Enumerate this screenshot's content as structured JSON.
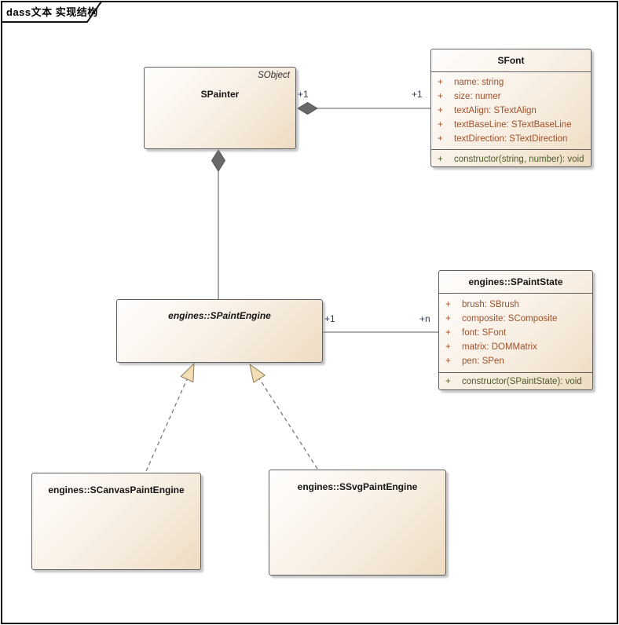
{
  "frame": {
    "label": "dass文本 实现结构"
  },
  "colors": {
    "attribute_text": "#a0512b",
    "operation_text": "#4c5b28",
    "multiplicity_text": "#31394e",
    "box_fill_end": "#eedcc2",
    "box_border": "#606060",
    "connector_line": "#7a7a7a",
    "diamond_fill": "#696969",
    "arrowhead_fill": "#f3ddb4"
  },
  "classes": {
    "spainter": {
      "name": "SPainter",
      "stereotype": "SObject"
    },
    "sfont": {
      "name": "SFont",
      "attributes": [
        {
          "vis": "+",
          "text": "name: string"
        },
        {
          "vis": "+",
          "text": "size: numer"
        },
        {
          "vis": "+",
          "text": "textAlign: STextAlign"
        },
        {
          "vis": "+",
          "text": "textBaseLine: STextBaseLine"
        },
        {
          "vis": "+",
          "text": "textDirection: STextDirection"
        }
      ],
      "operations": [
        {
          "vis": "+",
          "text": "constructor(string, number): void"
        }
      ]
    },
    "spaintengine": {
      "name": "engines::SPaintEngine"
    },
    "spaintstate": {
      "name": "engines::SPaintState",
      "attributes": [
        {
          "vis": "+",
          "text": "brush: SBrush"
        },
        {
          "vis": "+",
          "text": "composite: SComposite"
        },
        {
          "vis": "+",
          "text": "font: SFont"
        },
        {
          "vis": "+",
          "text": "matrix: DOMMatrix"
        },
        {
          "vis": "+",
          "text": "pen: SPen"
        }
      ],
      "operations": [
        {
          "vis": "+",
          "text": "constructor(SPaintState): void"
        }
      ]
    },
    "scanvaspaintengine": {
      "name": "engines::SCanvasPaintEngine"
    },
    "ssvgpaintengine": {
      "name": "engines::SSvgPaintEngine"
    }
  },
  "connectors": {
    "spainter_sfont": {
      "source_multiplicity": "+1",
      "target_multiplicity": "+1"
    },
    "spaintengine_spaintstate": {
      "source_multiplicity": "+1",
      "target_multiplicity": "+n"
    }
  }
}
